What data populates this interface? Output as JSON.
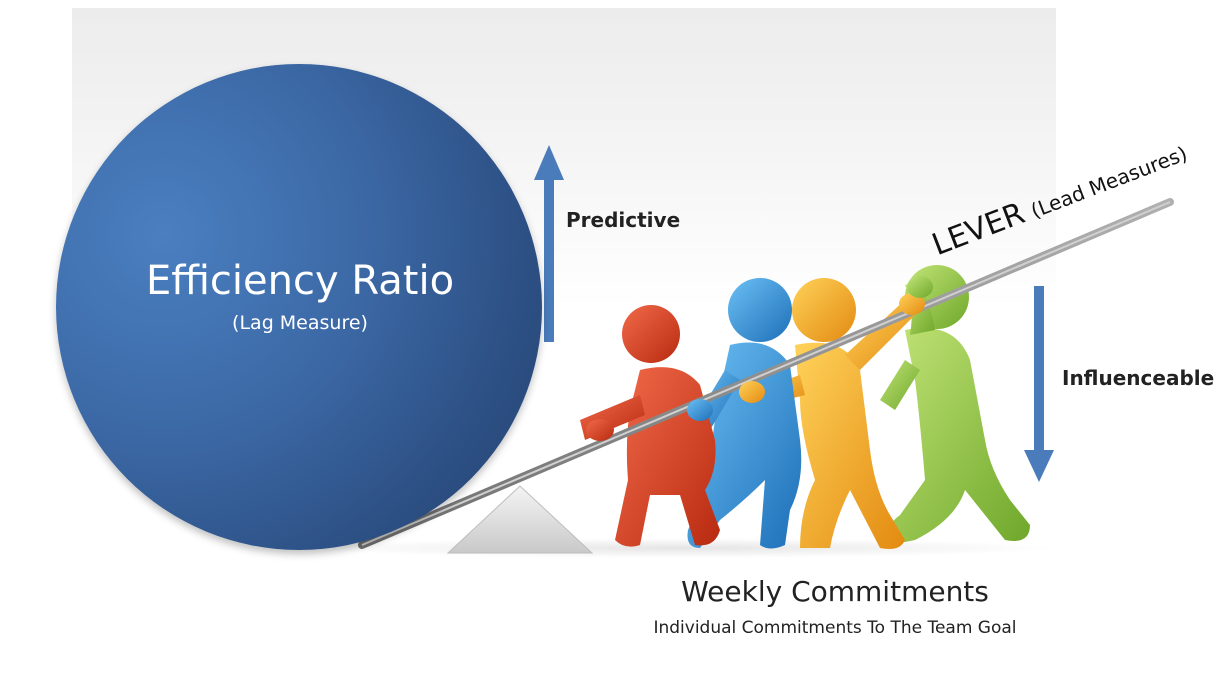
{
  "circle": {
    "title": "Efficiency Ratio",
    "subtitle": "(Lag Measure)",
    "color": "#3b66a3"
  },
  "labels": {
    "predictive": "Predictive",
    "influenceable": "Influenceable"
  },
  "lever": {
    "title": "LEVER",
    "subtitle": "(Lead Measures)"
  },
  "caption": {
    "title": "Weekly Commitments",
    "subtitle": "Individual Commitments To The Team Goal"
  },
  "colors": {
    "arrow": "#4a7bba",
    "figure_red": "#d83a1c",
    "figure_blue": "#2f8fd6",
    "figure_orange": "#f3a51c",
    "figure_green": "#8cc43a",
    "lever": "#8c8c8c"
  }
}
